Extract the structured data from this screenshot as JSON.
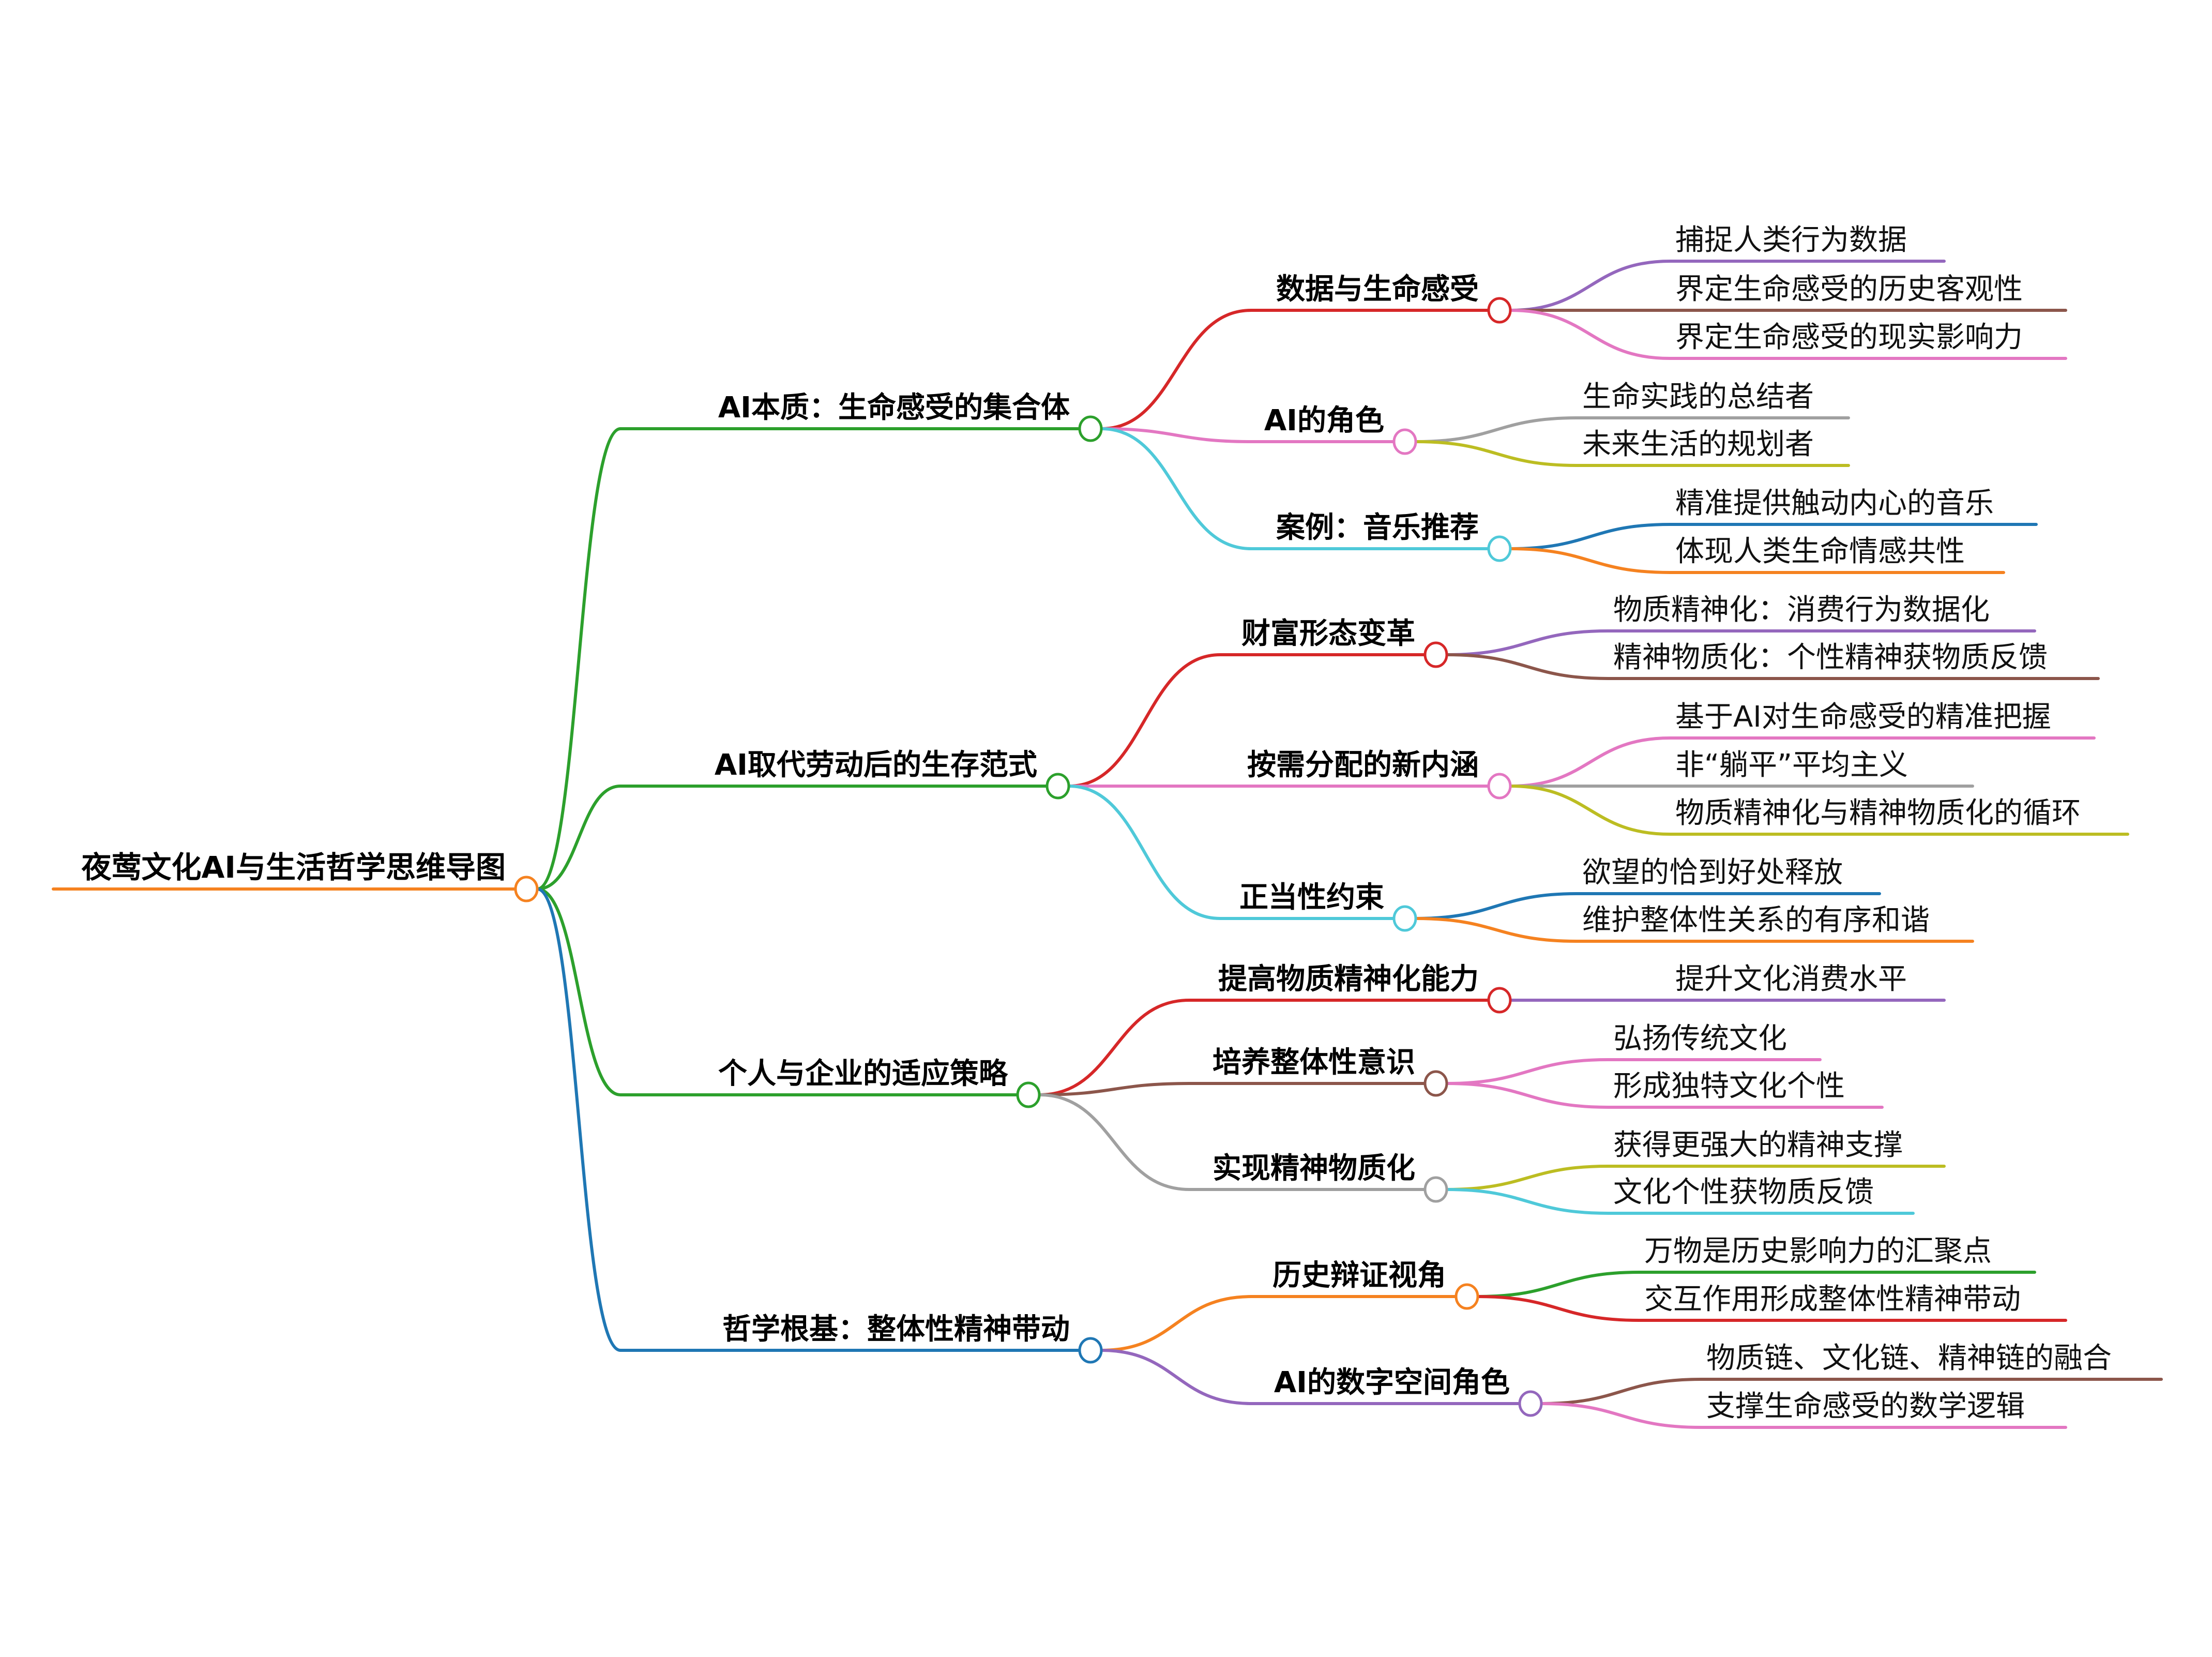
{
  "title": "夜莺文化AI与生活哲学思维导图",
  "colors": {
    "root": "#f58220",
    "green": "#2ca02c",
    "blue": "#1f77b4",
    "red": "#d62728",
    "pink": "#e377c2",
    "cyan": "#4fc9d9",
    "purple": "#9467bd",
    "brown": "#8c564b",
    "gray": "#a0a0a0",
    "olive": "#bcbd22",
    "orange": "#f58220"
  },
  "branches": [
    {
      "label": "AI本质：生命感受的集合体",
      "color": "green",
      "children": [
        {
          "label": "数据与生命感受",
          "color": "red",
          "children": [
            {
              "label": "捕捉人类行为数据",
              "color": "purple"
            },
            {
              "label": "界定生命感受的历史客观性",
              "color": "brown"
            },
            {
              "label": "界定生命感受的现实影响力",
              "color": "pink"
            }
          ]
        },
        {
          "label": "AI的角色",
          "color": "pink",
          "children": [
            {
              "label": "生命实践的总结者",
              "color": "gray"
            },
            {
              "label": "未来生活的规划者",
              "color": "olive"
            }
          ]
        },
        {
          "label": "案例：音乐推荐",
          "color": "cyan",
          "children": [
            {
              "label": "精准提供触动内心的音乐",
              "color": "blue"
            },
            {
              "label": "体现人类生命情感共性",
              "color": "orange"
            }
          ]
        }
      ]
    },
    {
      "label": "AI取代劳动后的生存范式",
      "color": "green",
      "children": [
        {
          "label": "财富形态变革",
          "color": "red",
          "children": [
            {
              "label": "物质精神化：消费行为数据化",
              "color": "purple"
            },
            {
              "label": "精神物质化：个性精神获物质反馈",
              "color": "brown"
            }
          ]
        },
        {
          "label": "按需分配的新内涵",
          "color": "pink",
          "children": [
            {
              "label": "基于AI对生命感受的精准把握",
              "color": "pink"
            },
            {
              "label": "非“躺平”平均主义",
              "color": "gray"
            },
            {
              "label": "物质精神化与精神物质化的循环",
              "color": "olive"
            }
          ]
        },
        {
          "label": "正当性约束",
          "color": "cyan",
          "children": [
            {
              "label": "欲望的恰到好处释放",
              "color": "blue"
            },
            {
              "label": "维护整体性关系的有序和谐",
              "color": "orange"
            }
          ]
        }
      ]
    },
    {
      "label": "个人与企业的适应策略",
      "color": "green",
      "children": [
        {
          "label": "提高物质精神化能力",
          "color": "red",
          "children": [
            {
              "label": "提升文化消费水平",
              "color": "purple"
            }
          ]
        },
        {
          "label": "培养整体性意识",
          "color": "brown",
          "children": [
            {
              "label": "弘扬传统文化",
              "color": "pink"
            },
            {
              "label": "形成独特文化个性",
              "color": "pink"
            }
          ]
        },
        {
          "label": "实现精神物质化",
          "color": "gray",
          "children": [
            {
              "label": "获得更强大的精神支撑",
              "color": "olive"
            },
            {
              "label": "文化个性获物质反馈",
              "color": "cyan"
            }
          ]
        }
      ]
    },
    {
      "label": "哲学根基：整体性精神带动",
      "color": "blue",
      "children": [
        {
          "label": "历史辩证视角",
          "color": "orange",
          "children": [
            {
              "label": "万物是历史影响力的汇聚点",
              "color": "green"
            },
            {
              "label": "交互作用形成整体性精神带动",
              "color": "red"
            }
          ]
        },
        {
          "label": "AI的数字空间角色",
          "color": "purple",
          "children": [
            {
              "label": "物质链、文化链、精神链的融合",
              "color": "brown"
            },
            {
              "label": "支撑生命感受的数学逻辑",
              "color": "pink"
            }
          ]
        }
      ]
    }
  ]
}
